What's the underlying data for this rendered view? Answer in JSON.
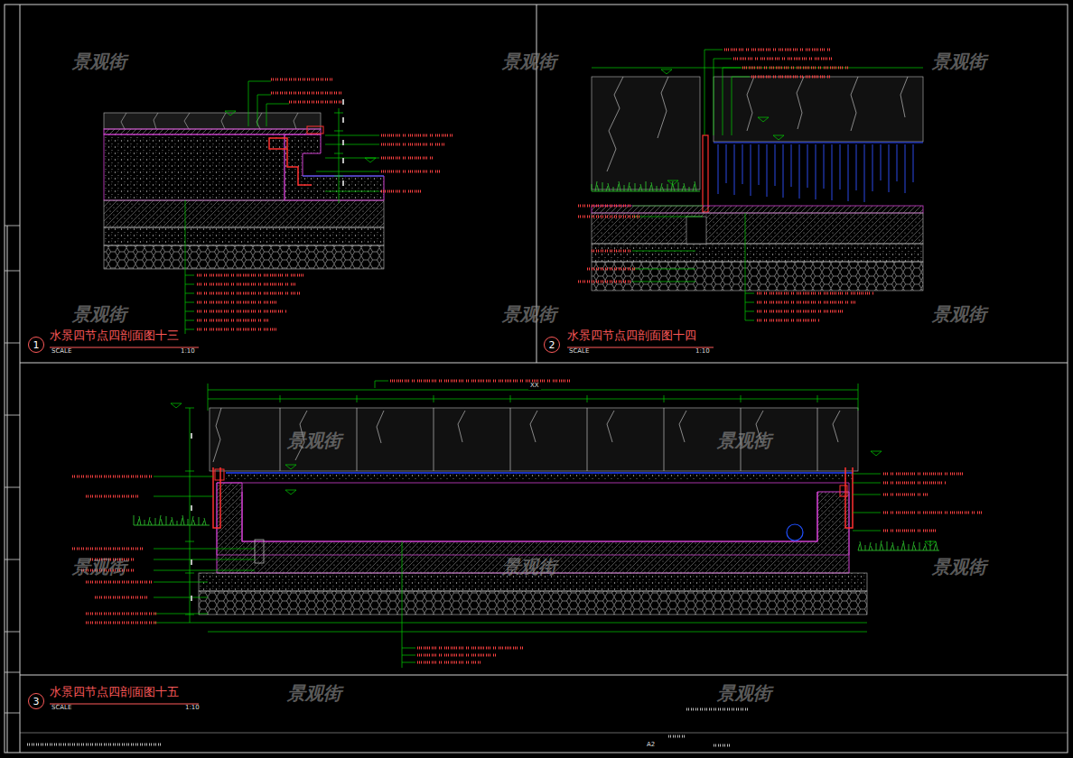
{
  "diagram": {
    "nodes": [
      {
        "text": [
          "1"
        ]
      },
      {
        "text": [
          "2"
        ]
      },
      {
        "text": [
          "3"
        ]
      }
    ],
    "labels": [
      "水景四节点四剖面图十三",
      "SCALE",
      "1:10",
      "水景四节点四剖面图十四",
      "SCALE",
      "1:10",
      "水景四节点四剖面图十五",
      "SCALE",
      "1:10",
      "XX",
      "A2",
      "景观街",
      "景观街",
      "景观街",
      "景观街",
      "景观街",
      "景观街",
      "景观街",
      "景观街",
      "景观街",
      "景观街",
      "景观街",
      "景观街",
      "景观街"
    ]
  }
}
